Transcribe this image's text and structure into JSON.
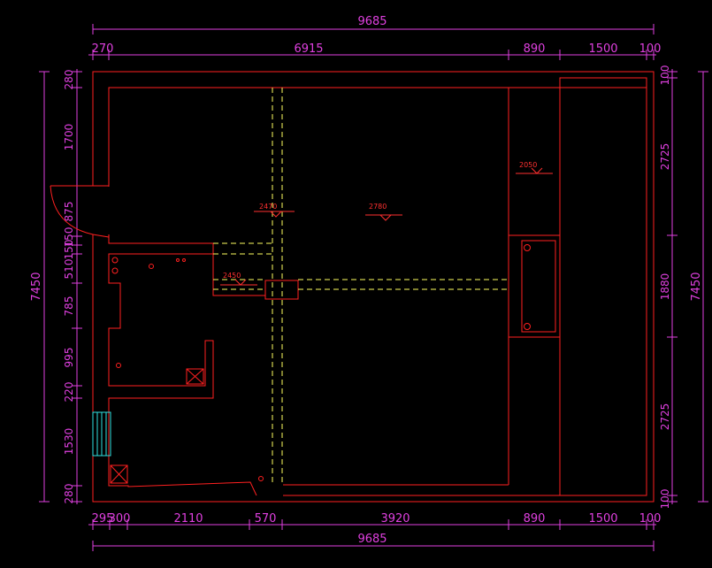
{
  "drawing": {
    "colors": {
      "background": "#000000",
      "wall": "#ff2020",
      "dimension": "#e040e0",
      "beam_line": "#ffff60",
      "window_frame": "#30e0e0"
    },
    "dimensions": {
      "top_total": "9685",
      "top_segments": [
        "270",
        "6915",
        "890",
        "1500",
        "100"
      ],
      "bottom_total": "9685",
      "bottom_segments": [
        "295",
        "300",
        "2110",
        "570",
        "3920",
        "890",
        "1500",
        "100"
      ],
      "left_total": "7450",
      "left_segments": [
        "280",
        "1700",
        "875",
        "150",
        "150",
        "510",
        "785",
        "995",
        "220",
        "1530",
        "280"
      ],
      "right_total": "7450",
      "right_segments": [
        "100",
        "2725",
        "1880",
        "2725",
        "100"
      ]
    },
    "ceiling_elevations": [
      "2470",
      "2780",
      "2050",
      "2450"
    ]
  }
}
